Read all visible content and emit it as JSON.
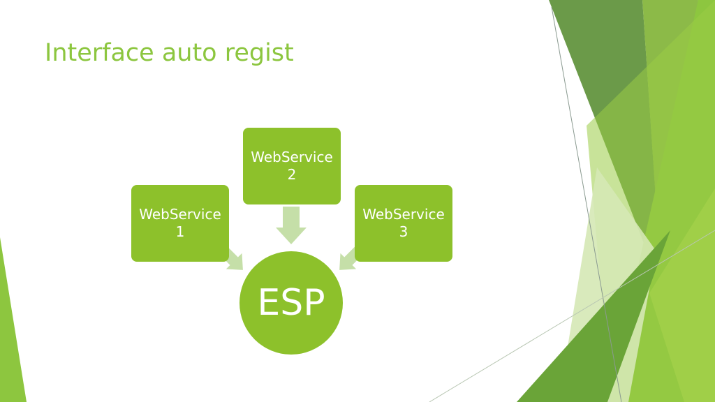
{
  "slide": {
    "title": "Interface auto regist"
  },
  "diagram": {
    "nodes": [
      {
        "id": "ws1",
        "label": "WebService\n1"
      },
      {
        "id": "ws2",
        "label": "WebService\n2"
      },
      {
        "id": "ws3",
        "label": "WebService\n3"
      },
      {
        "id": "esp",
        "label": "ESP"
      }
    ],
    "edges": [
      {
        "from": "ws1",
        "to": "esp"
      },
      {
        "from": "ws2",
        "to": "esp"
      },
      {
        "from": "ws3",
        "to": "esp"
      }
    ]
  },
  "colors": {
    "accent": "#8cc63f",
    "node_fill": "#8dc12b",
    "arrow_fill": "#c5dfa8",
    "node_text": "#ffffff"
  }
}
